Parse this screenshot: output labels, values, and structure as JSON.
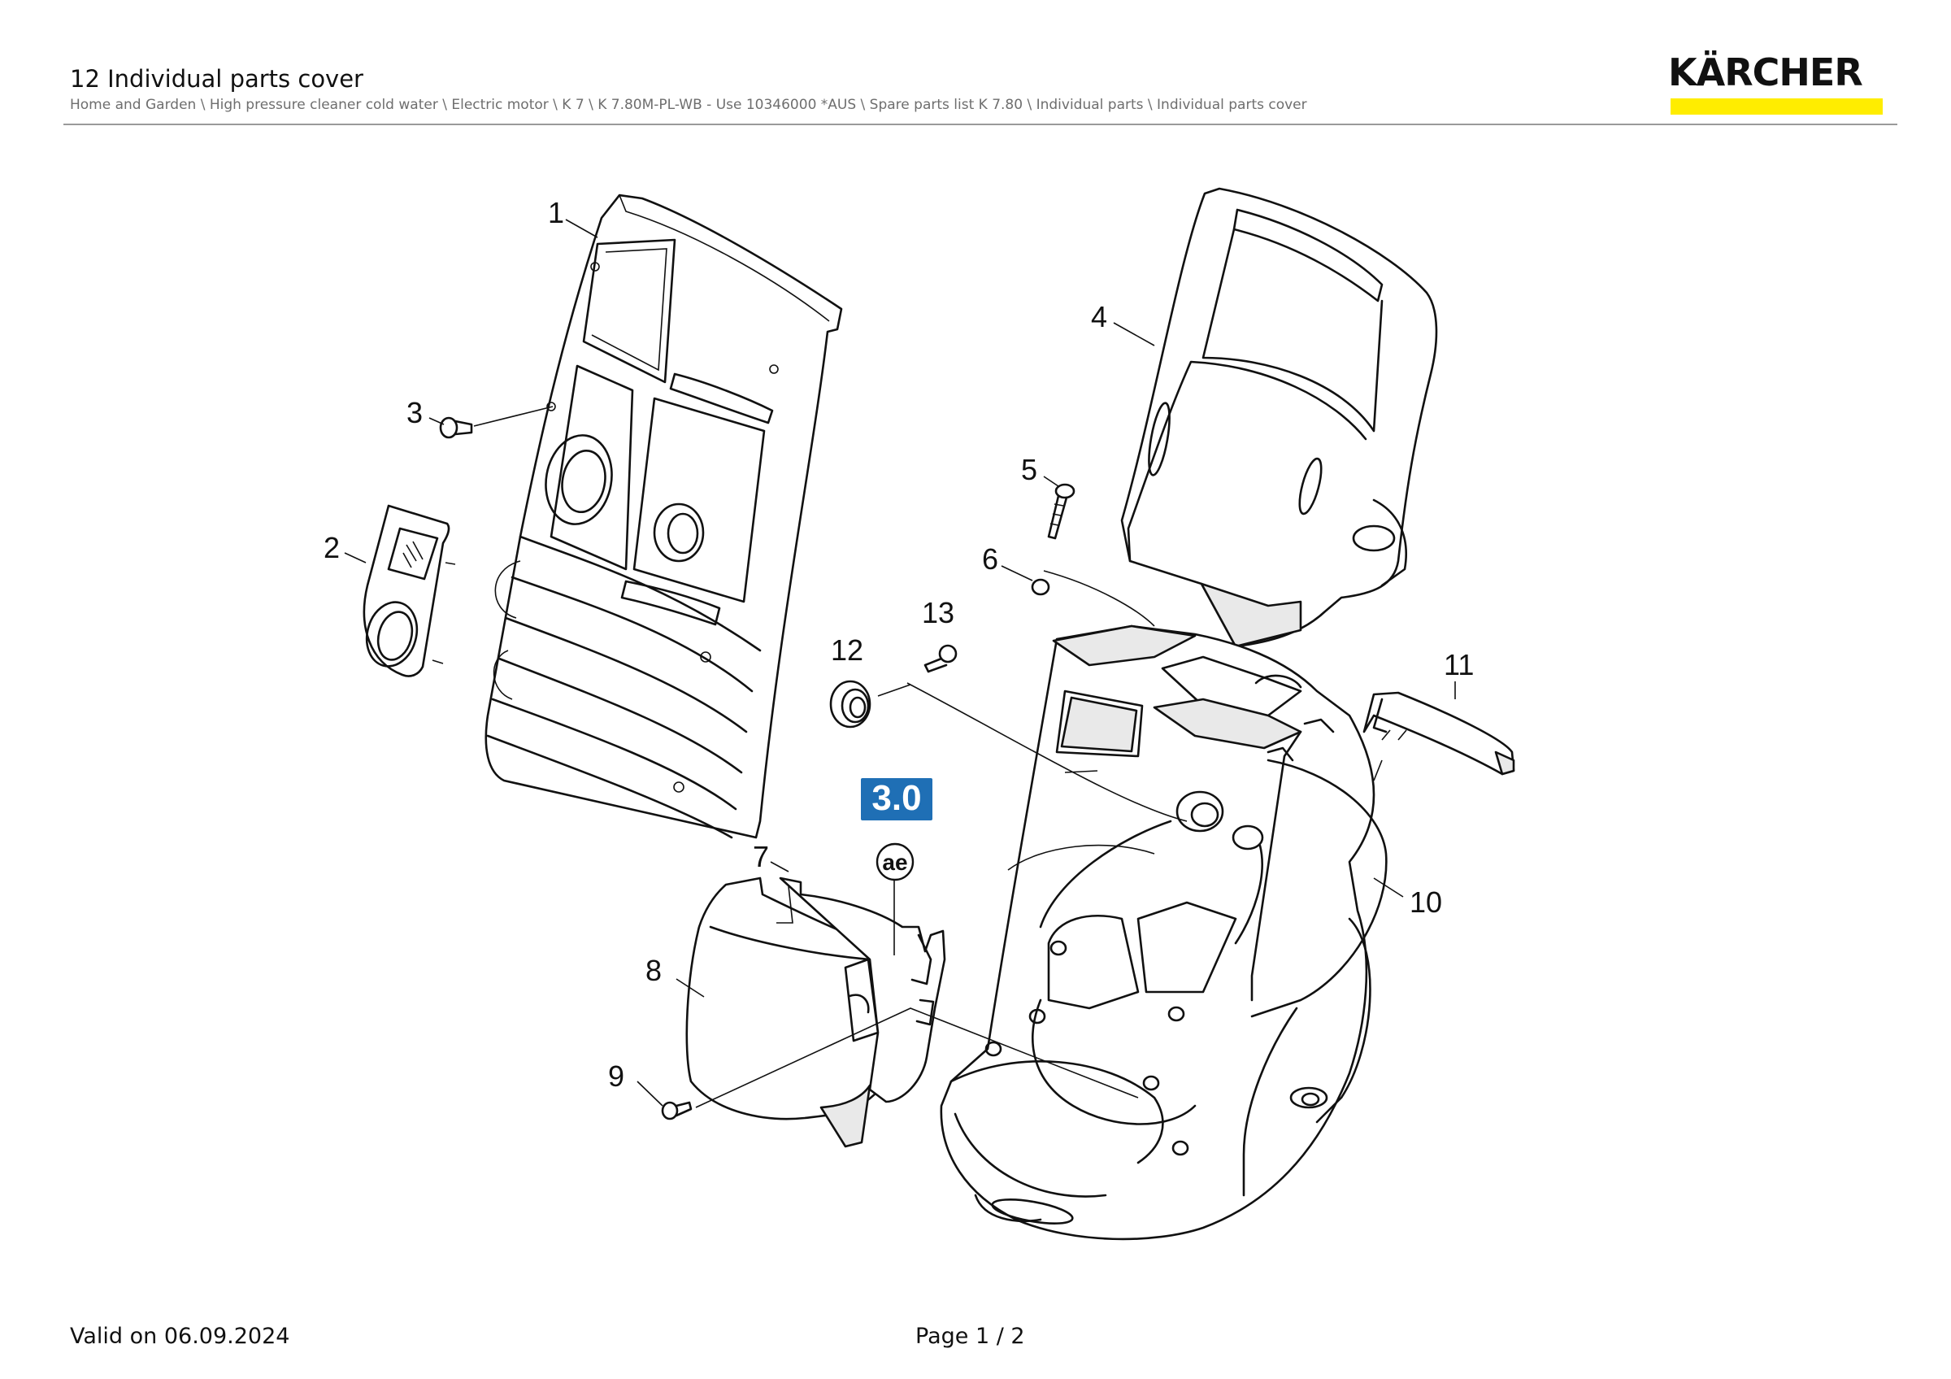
{
  "header": {
    "title": "12 Individual parts cover",
    "breadcrumb": "Home and Garden \\ High pressure cleaner cold water \\ Electric motor \\ K 7 \\ K 7.80M-PL-WB - Use 10346000 *AUS \\ Spare parts list K 7.80 \\ Individual parts \\ Individual parts cover"
  },
  "logo": {
    "text": "KÄRCHER",
    "bar_color": "#ffed00"
  },
  "diagram": {
    "callouts": [
      "1",
      "2",
      "3",
      "4",
      "5",
      "6",
      "7",
      "8",
      "9",
      "10",
      "11",
      "12",
      "13"
    ],
    "badge": {
      "text": "3.0",
      "color": "#1f6fb5"
    },
    "symbol": "ae"
  },
  "footer": {
    "valid": "Valid on 06.09.2024",
    "page": "Page 1 / 2"
  }
}
